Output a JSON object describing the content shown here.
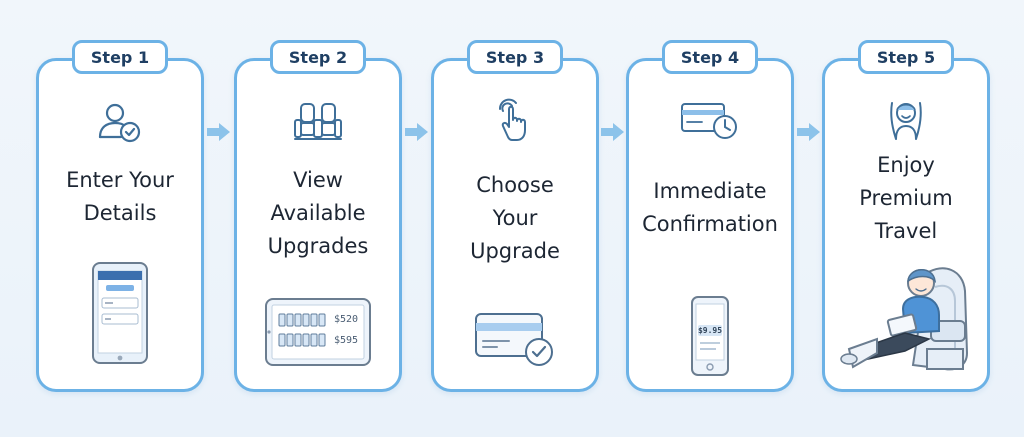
{
  "steps": [
    {
      "badge": "Step 1",
      "title": "Enter Your\nDetails",
      "icon": "user-check-icon",
      "illustration": "phone-form"
    },
    {
      "badge": "Step 2",
      "title": "View\nAvailable\nUpgrades",
      "icon": "seats-icon",
      "illustration": "tablet-seatmap"
    },
    {
      "badge": "Step 3",
      "title": "Choose\nYour\nUpgrade",
      "icon": "tap-hand-icon",
      "illustration": "card-check"
    },
    {
      "badge": "Step 4",
      "title": "Immediate\nConfirmation",
      "icon": "card-clock-icon",
      "illustration": "phone-confirmation"
    },
    {
      "badge": "Step 5",
      "title": "Enjoy\nPremium\nTravel",
      "icon": "reclining-traveler-icon",
      "illustration": "traveler-seat"
    }
  ],
  "illustration_text": {
    "tablet_price_top": "$520",
    "tablet_price_bottom": "$595",
    "phone_amount": "$9.95"
  },
  "colors": {
    "accent": "#6cb2e6",
    "icon_stroke": "#3f6f99",
    "arrow": "#8cc3ea"
  }
}
